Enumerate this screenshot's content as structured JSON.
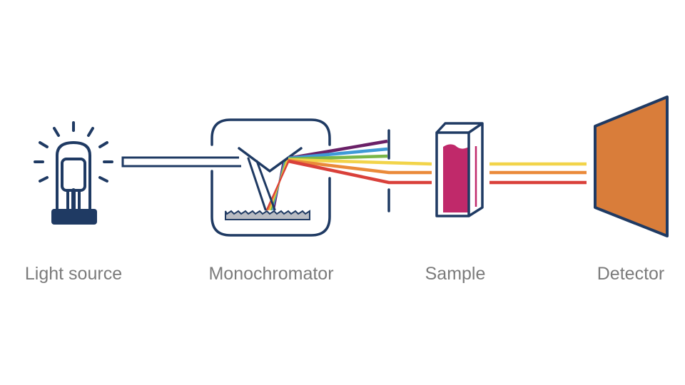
{
  "labels": {
    "light_source": "Light source",
    "monochromator": "Monochromator",
    "sample": "Sample",
    "detector": "Detector"
  },
  "colors": {
    "outline": "#1f3a63",
    "sample_liquid": "#c0296a",
    "detector": "#d97d3a",
    "grating": "#b9bcc3",
    "label_text": "#7b7b7b",
    "spectrum": [
      "#6a2067",
      "#3f9ad6",
      "#7ab648",
      "#f2d44a",
      "#ea8a3a",
      "#d9403a"
    ]
  }
}
